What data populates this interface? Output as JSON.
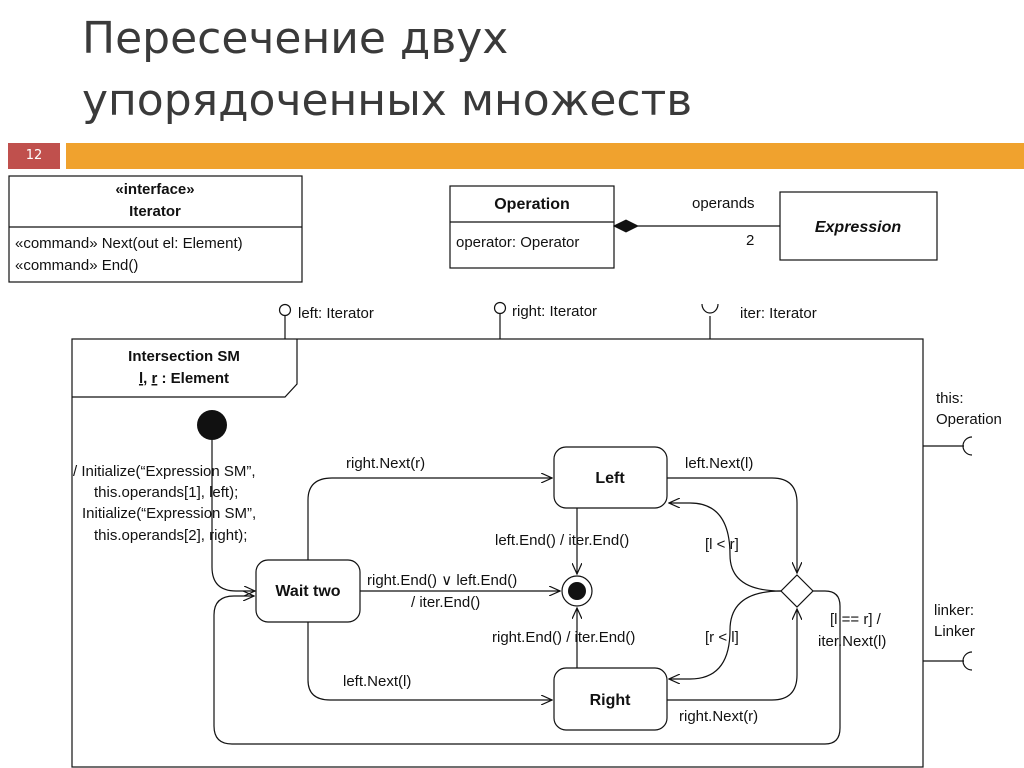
{
  "slide": {
    "title_line1": "Пересечение двух",
    "title_line2": "упорядоченных множеств",
    "number": "12",
    "accent_color": "#f0a22e",
    "number_color": "#c0504d"
  },
  "iterator_box": {
    "stereotype": "«interface»",
    "name": "Iterator",
    "op1": "«command» Next(out el: Element)",
    "op2": "«command» End()"
  },
  "operation_box": {
    "name": "Operation",
    "attr": "operator: Operator",
    "assoc_role": "operands",
    "assoc_mult": "2"
  },
  "expression_box": {
    "name": "Expression"
  },
  "ports": {
    "left": "left: Iterator",
    "right": "right: Iterator",
    "iter": "iter: Iterator",
    "this_l1": "this:",
    "this_l2": "Operation",
    "linker_l1": "linker:",
    "linker_l2": "Linker"
  },
  "sm": {
    "name": "Intersection SM",
    "params_l": "l",
    "params_sep": ", ",
    "params_r": "r",
    "params_rest": " : Element"
  },
  "states": {
    "left": "Left",
    "wait": "Wait two",
    "right": "Right"
  },
  "transitions": {
    "init1": "/ Initialize(“Expression SM”,",
    "init2": "this.operands[1], left);",
    "init3": "Initialize(“Expression SM”,",
    "init4": "this.operands[2], right);",
    "right_next_r_top": "right.Next(r)",
    "left_next_l_top": "left.Next(l)",
    "left_end": "left.End() / iter.End()",
    "guard_l_lt_r": "[l < r]",
    "either_end1": "right.End() ∨ left.End()",
    "either_end2": "/ iter.End()",
    "right_end": "right.End() / iter.End()",
    "guard_r_lt_l": "[r < l]",
    "guard_eq1": "[l == r] /",
    "guard_eq2": "iter.Next(l)",
    "left_next_l_bottom": "left.Next(l)",
    "right_next_r_bottom": "right.Next(r)"
  }
}
